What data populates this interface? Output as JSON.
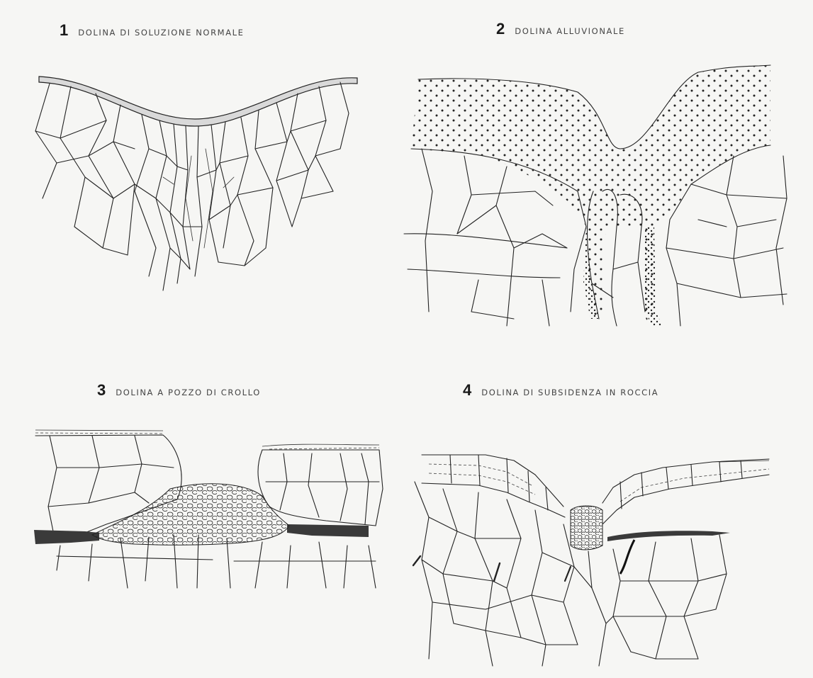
{
  "panels": [
    {
      "number": "1",
      "title": "DOLINA DI SOLUZIONE NORMALE"
    },
    {
      "number": "2",
      "title": "DOLINA ALLUVIONALE"
    },
    {
      "number": "3",
      "title": "DOLINA A POZZO DI CROLLO"
    },
    {
      "number": "4",
      "title": "DOLINA DI SUBSIDENZA IN ROCCIA"
    }
  ],
  "colors": {
    "background": "#f6f6f4",
    "line": "#222222",
    "soil_band": "#d9d9d9",
    "clay_layer": "#3a3a3a"
  }
}
